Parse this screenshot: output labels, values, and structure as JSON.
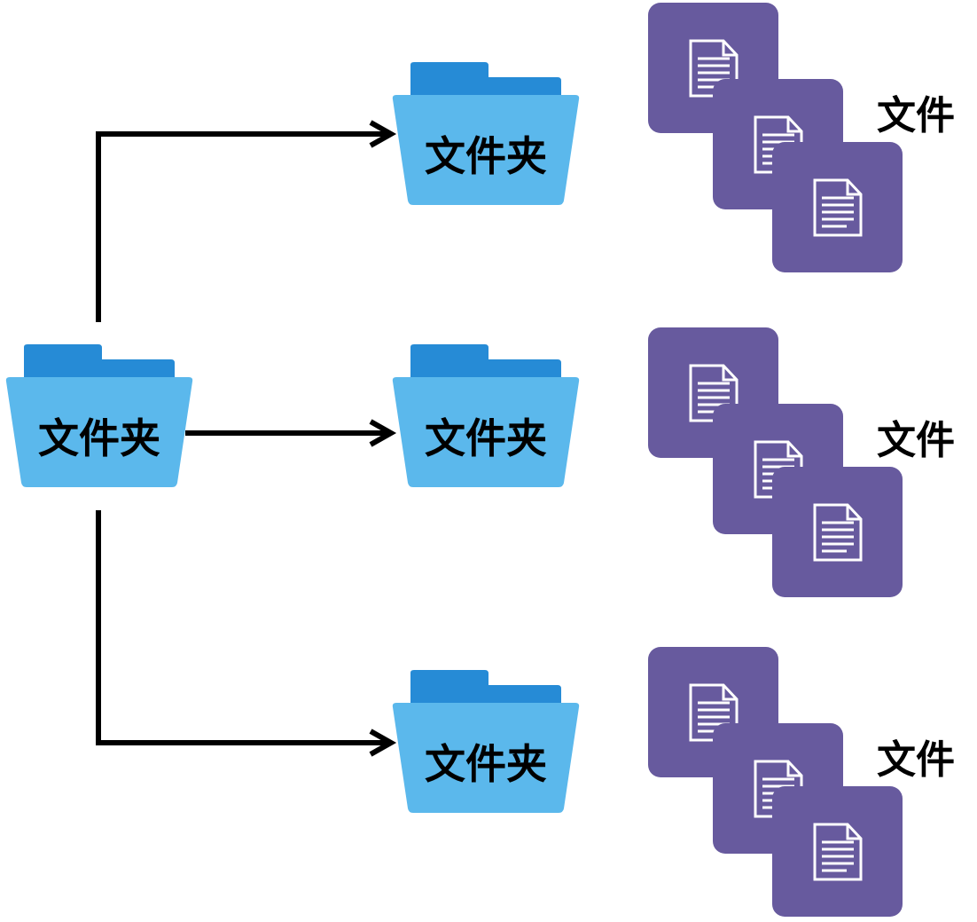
{
  "colors": {
    "folder_front": "#5BB8EC",
    "folder_back": "#268BD6",
    "file_card": "#675A9E",
    "file_icon": "#FFFFFF",
    "connector": "#000000"
  },
  "root_folder": {
    "label": "文件夹",
    "icon": "folder-icon"
  },
  "branches": [
    {
      "folder": {
        "label": "文件夹",
        "icon": "folder-icon"
      },
      "files": {
        "label": "文件",
        "icon": "document-icon",
        "count": 3
      }
    },
    {
      "folder": {
        "label": "文件夹",
        "icon": "folder-icon"
      },
      "files": {
        "label": "文件",
        "icon": "document-icon",
        "count": 3
      }
    },
    {
      "folder": {
        "label": "文件夹",
        "icon": "folder-icon"
      },
      "files": {
        "label": "文件",
        "icon": "document-icon",
        "count": 3
      }
    }
  ]
}
